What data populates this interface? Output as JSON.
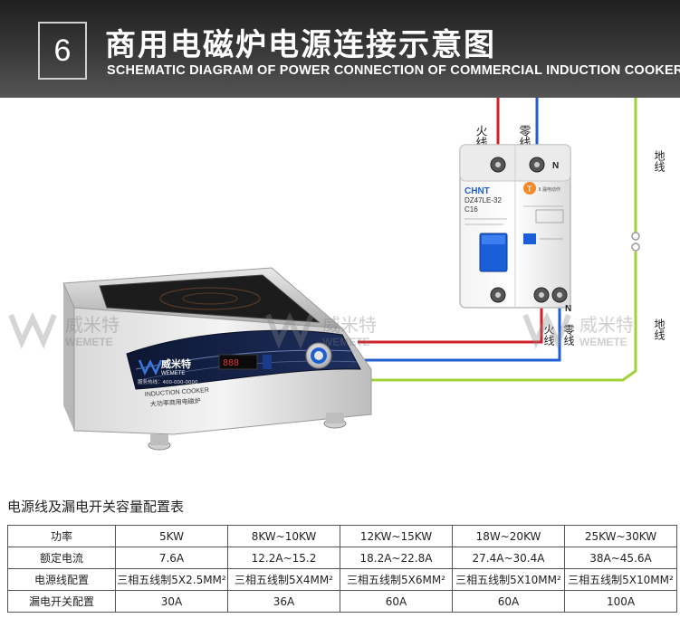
{
  "header": {
    "number": "6",
    "title_cn": "商用电磁炉电源连接示意图",
    "title_en": "SCHEMATIC DIAGRAM OF POWER CONNECTION OF COMMERCIAL INDUCTION COOKER"
  },
  "diagram": {
    "labels": {
      "live_top": "火线",
      "neutral_top": "零线",
      "ground_top": "地线",
      "live_bottom": "火线",
      "neutral_bottom": "零线",
      "ground_bottom": "地线",
      "breaker_n_top": "N",
      "breaker_n_bottom": "N"
    },
    "breaker": {
      "brand": "CHNT",
      "model": "DZ47LE-32",
      "rating": "C16",
      "test_label": "T",
      "small_text_1": "Ⅱ 漏电动作"
    },
    "cooker": {
      "brand_cn": "威米特",
      "brand_en": "WEMETE",
      "hotline": "服务热线：400-000-0000",
      "product_en": "INDUCTION COOKER",
      "product_cn": "大功率商用电磁炉"
    },
    "watermark": {
      "cn": "威米特",
      "en": "WEMETE"
    },
    "colors": {
      "live": "#d0202a",
      "neutral": "#1f5fd0",
      "ground": "#9fd23a",
      "header_bg": "#2c2c2c"
    }
  },
  "table": {
    "caption": "电源线及漏电开关容量配置表",
    "rows": [
      {
        "label": "功率",
        "cells": [
          "5KW",
          "8KW~10KW",
          "12KW~15KW",
          "18W~20KW",
          "25KW~30KW"
        ]
      },
      {
        "label": "额定电流",
        "cells": [
          "7.6A",
          "12.2A~15.2",
          "18.2A~22.8A",
          "27.4A~30.4A",
          "38A~45.6A"
        ]
      },
      {
        "label": "电源线配置",
        "cells": [
          "三相五线制5X2.5MM²",
          "三相五线制5X4MM²",
          "三相五线制5X6MM²",
          "三相五线制5X10MM²",
          "三相五线制5X10MM²"
        ]
      },
      {
        "label": "漏电开关配置",
        "cells": [
          "30A",
          "36A",
          "60A",
          "60A",
          "100A"
        ]
      }
    ]
  }
}
